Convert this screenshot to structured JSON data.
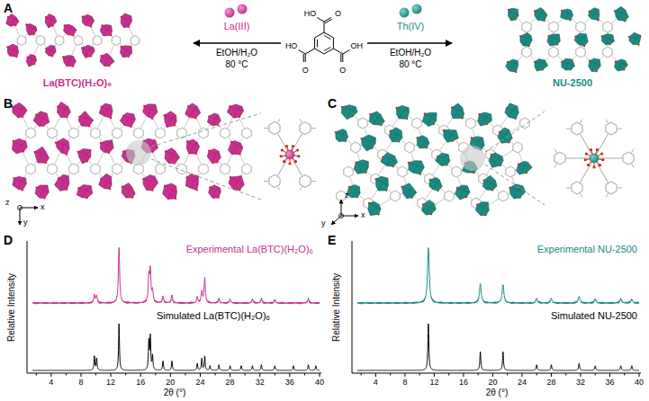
{
  "diagram": {
    "labels": [
      "A",
      "B",
      "C",
      "D",
      "E",
      "La(III)",
      "Th(IV)",
      "EtOH/H₂O",
      "80 °C",
      "EtOH/H₂O",
      "80 °C",
      "La(BTC)(H₂O)₆",
      "NU-2500",
      "HO",
      "O",
      "O",
      "HO",
      "O",
      "OH",
      "z",
      "x",
      "y",
      "y",
      "z",
      "x",
      "Experimental La(BTC)(H₂O)₆",
      "Simulated La(BTC)(H₂O)₆",
      "Relative Intensity",
      "2θ (°)",
      "4",
      "8",
      "12",
      "16",
      "20",
      "24",
      "28",
      "32",
      "36",
      "40",
      "Experimental NU-2500",
      "Simulated NU-2500",
      "Relative Intensity",
      "2θ (°)",
      "4",
      "8",
      "12",
      "16",
      "20",
      "24",
      "28",
      "32",
      "36",
      "40"
    ]
  }
}
